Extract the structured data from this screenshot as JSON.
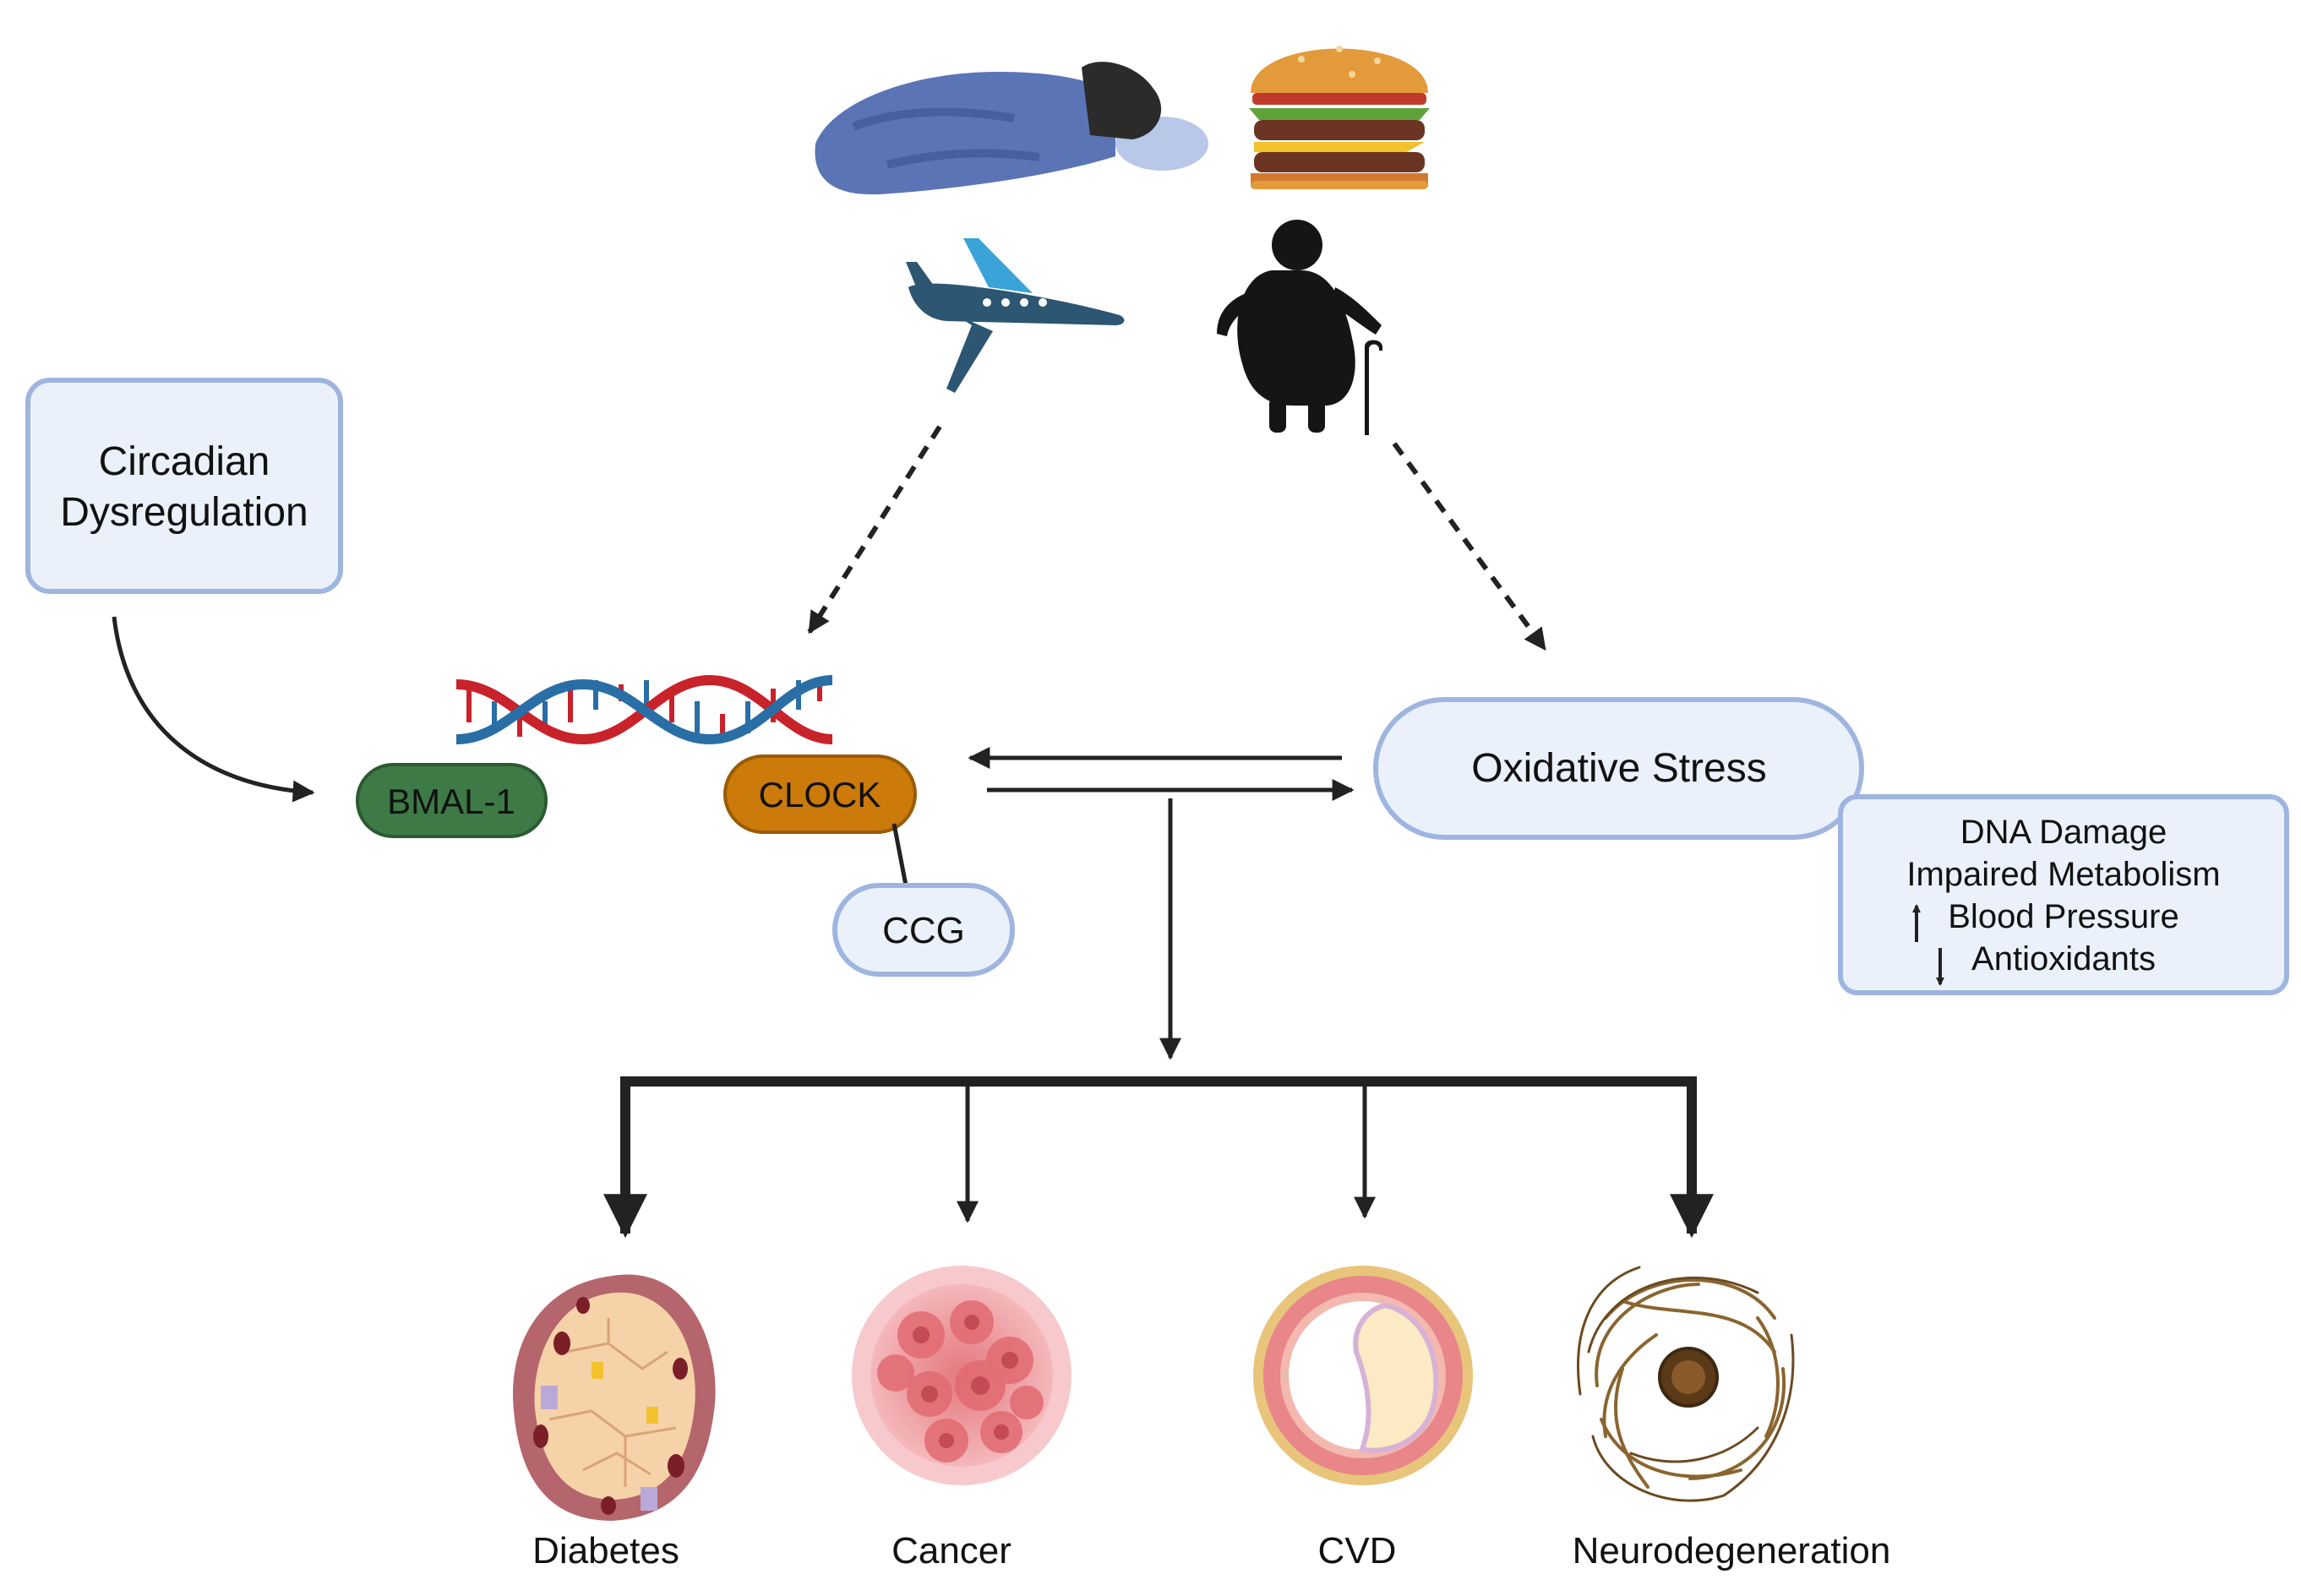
{
  "boxes": {
    "circadian": [
      "Circadian",
      "Dysregulation"
    ],
    "oxidative_stress": "Oxidative Stress",
    "ccg": "CCG",
    "bmal1": "BMAL-1",
    "clock": "CLOCK"
  },
  "effects": {
    "line1": "DNA Damage",
    "line2": "Impaired Metabolism",
    "line3": "Blood Pressure",
    "line4": "Antioxidants"
  },
  "diseases": [
    "Diabetes",
    "Cancer",
    "CVD",
    "Neurodegeneration"
  ],
  "icons": [
    "sleeping-person-icon",
    "burger-icon",
    "airplane-icon",
    "elderly-person-icon",
    "dna-icon",
    "diabetes-islet-icon",
    "cancer-cell-icon",
    "artery-plaque-icon",
    "neuron-tangle-icon"
  ],
  "colors": {
    "box_fill": "#eaf1fb",
    "box_stroke": "#9fb5e0",
    "bmal1": "#3e7a45",
    "clock": "#cc7a0a",
    "arrow": "#222222",
    "dna_red": "#c8222b",
    "dna_blue": "#2a6ea6"
  }
}
